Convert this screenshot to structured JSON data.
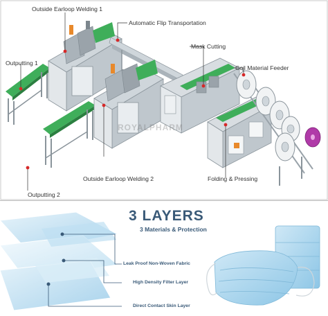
{
  "machine_diagram": {
    "labels": {
      "outside_earloop_welding_1": "Outside Earloop Welding 1",
      "automatic_flip_transportation": "Automatic Flip Transportation",
      "mask_cutting": "Mask Cutting",
      "outputting_1": "Outputting 1",
      "coil_material_feeder": "Coil Material Feeder",
      "outside_earloop_welding_2": "Outside Earloop Welding 2",
      "folding_pressing": "Folding & Pressing",
      "outputting_2": "Outputting 2"
    },
    "watermark": "ROYALPHARM",
    "colors": {
      "frame": "#9aa3aa",
      "conveyor": "#3fae5a",
      "cabinet": "#d8dde1",
      "marker": "#d62828",
      "accent_purple": "#b03aa8",
      "accent_orange": "#e8892b"
    }
  },
  "layers_panel": {
    "title": "3 LAYERS",
    "subtitle": "3 Materials & Protection",
    "layers": [
      "Leak Proof Non-Woven Fabric",
      "High Density Filter Layer",
      "Direct Contact Skin Layer"
    ],
    "colors": {
      "fabric_light": "#d6ecf7",
      "fabric_mid": "#a9d3ec",
      "mask_blue": "#9fd0ea",
      "title": "#3a5a78"
    }
  }
}
